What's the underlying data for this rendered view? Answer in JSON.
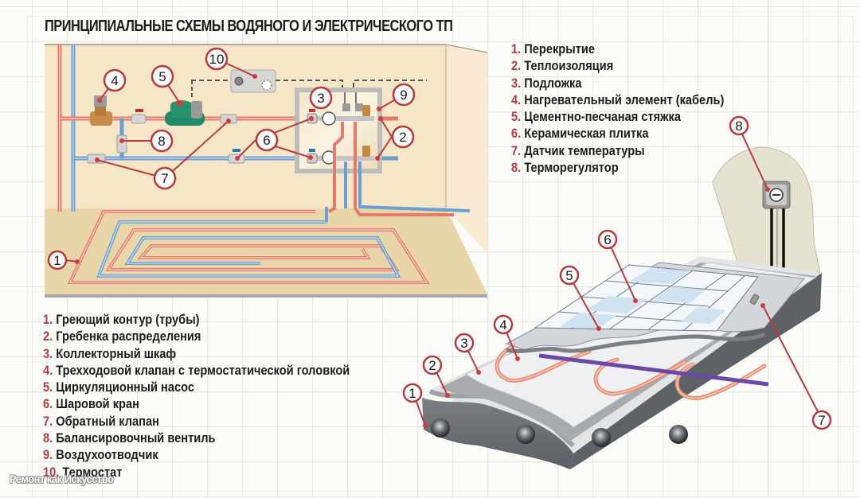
{
  "title": "ПРИНЦИПИАЛЬНЫЕ СХЕМЫ ВОДЯНОГО И ЭЛЕКТРИЧЕСКОГО ТП",
  "colors": {
    "number_red": "#b83a40",
    "hot_pipe": "#e87a6c",
    "cold_pipe": "#6a9fd4",
    "wall_beige": "#f6e6c8",
    "floor_beige": "#e9d6a8",
    "concrete": "#6c7176",
    "heating_cable": "#f0a089",
    "mounting_tape": "#6a4aa6"
  },
  "water_system": {
    "legend": [
      {
        "num": "1.",
        "label": "Греющий контур (трубы)"
      },
      {
        "num": "2.",
        "label": "Гребенка распределения"
      },
      {
        "num": "3.",
        "label": "Коллекторный шкаф"
      },
      {
        "num": "4.",
        "label": "Трехходовой клапан с термостатической головкой"
      },
      {
        "num": "5.",
        "label": "Циркуляционный насос"
      },
      {
        "num": "6.",
        "label": "Шаровой кран"
      },
      {
        "num": "7.",
        "label": "Обратный клапан"
      },
      {
        "num": "8.",
        "label": "Балансировочный вентиль"
      },
      {
        "num": "9.",
        "label": "Воздухоотводчик"
      },
      {
        "num": "10.",
        "label": "Термостат"
      }
    ],
    "callouts": [
      "1",
      "2",
      "3",
      "4",
      "5",
      "6",
      "7",
      "8",
      "9",
      "10"
    ]
  },
  "electric_system": {
    "legend": [
      {
        "num": "1.",
        "label": "Перекрытие"
      },
      {
        "num": "2.",
        "label": "Теплоизоляция"
      },
      {
        "num": "3.",
        "label": "Подложка"
      },
      {
        "num": "4.",
        "label": "Нагревательный элемент (кабель)"
      },
      {
        "num": "5.",
        "label": "Цементно-песчаная стяжка"
      },
      {
        "num": "6.",
        "label": "Керамическая плитка"
      },
      {
        "num": "7.",
        "label": "Датчик температуры"
      },
      {
        "num": "8.",
        "label": "Терморегулятор"
      }
    ],
    "callouts": [
      "1",
      "2",
      "3",
      "4",
      "5",
      "6",
      "7",
      "8"
    ]
  },
  "watermark": "Ремонт как Искусство"
}
